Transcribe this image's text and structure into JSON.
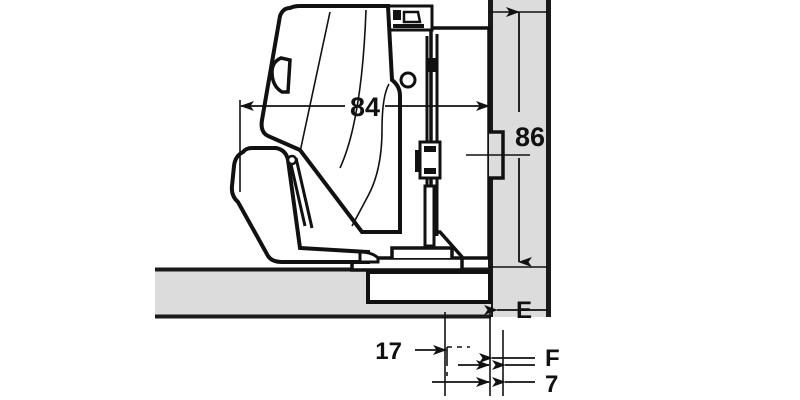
{
  "drawing": {
    "title": "Concealed cabinet hinge cross-section drawing",
    "background_color": "#ffffff",
    "line_color": "#111111",
    "panel_fill_color": "#dcdcdc",
    "panel_edge_color": "#1a1a1a",
    "hinge_fill_color": "#ffffff"
  },
  "dimensions": {
    "width_84": "84",
    "height_86": "86",
    "offset_17": "17",
    "label_E": "E",
    "label_F": "F",
    "value_7": "7"
  },
  "parts": {
    "door_panel": "door-leaf",
    "cabinet_side_panel": "cabinet-side-panel",
    "cabinet_vertical_panel": "cabinet-vertical-panel",
    "hinge_cup_arm": "hinge-cup-arm",
    "hinge_body": "hinge-body",
    "mounting_plate": "mounting-plate",
    "screw_hole": "screw-hole",
    "linkage_arm": "linkage-arm"
  }
}
